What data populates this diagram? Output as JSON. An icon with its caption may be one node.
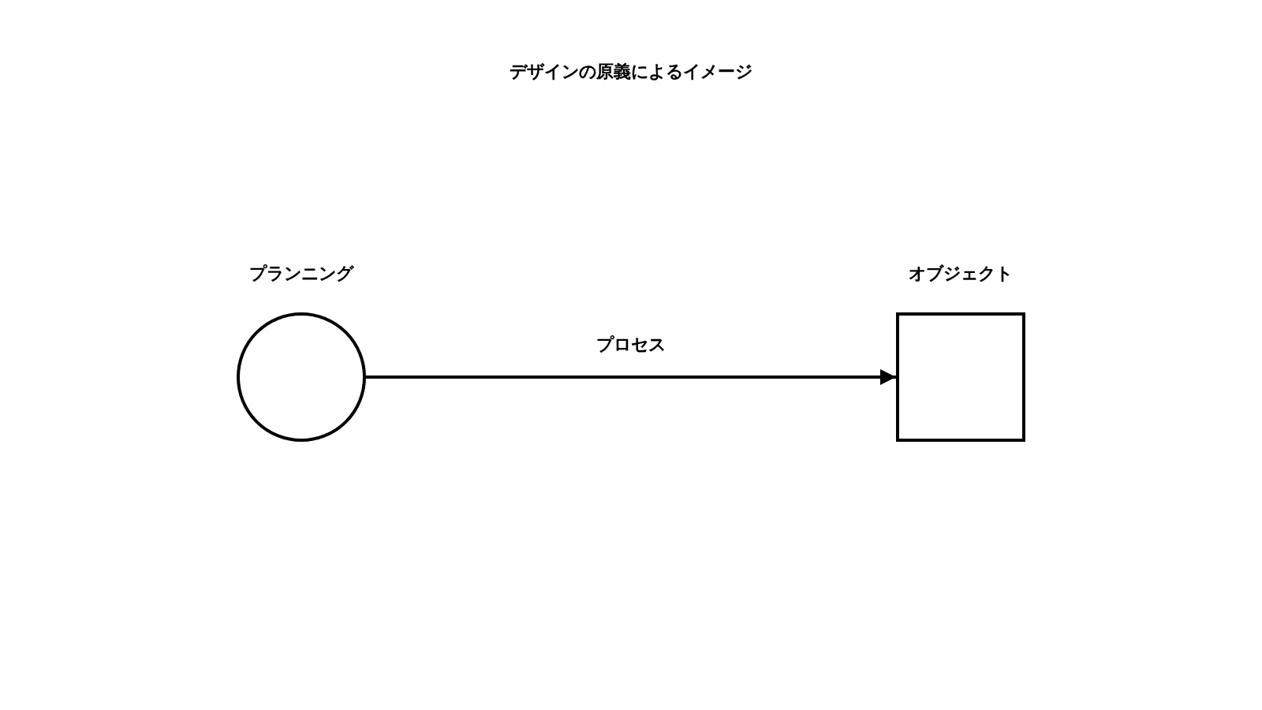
{
  "diagram": {
    "title": "デザインの原義によるイメージ",
    "nodes": [
      {
        "text": [],
        "shape": "circle",
        "beside": [
          "プランニング"
        ]
      },
      {
        "text": [],
        "shape": "box",
        "beside": [
          "オブジェクト"
        ]
      }
    ],
    "edges": [
      {
        "from": 0,
        "to": 1,
        "arrow": "to",
        "label": "プロセス"
      }
    ]
  }
}
